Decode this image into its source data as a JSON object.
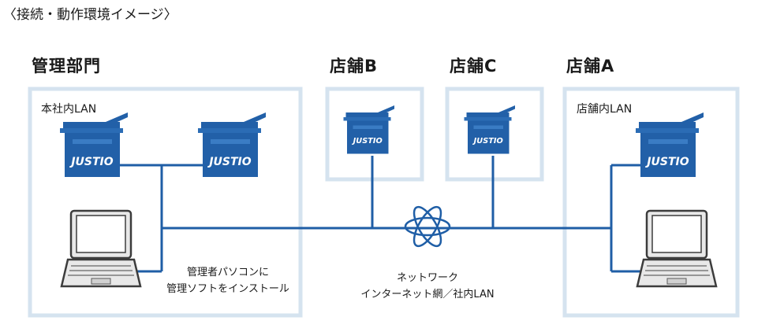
{
  "caption": "〈接続・動作環境イメージ〉",
  "sections": {
    "management": {
      "title": "管理部門",
      "lan_label": "本社内LAN"
    },
    "store_b": {
      "title": "店舗B"
    },
    "store_c": {
      "title": "店舗C"
    },
    "store_a": {
      "title": "店舗A",
      "lan_label": "店舗内LAN"
    }
  },
  "printer_brand": "JUSTIO",
  "admin_note": {
    "line1": "管理者パソコンに",
    "line2": "管理ソフトをインストール"
  },
  "network": {
    "line1": "ネットワーク",
    "line2": "インターネット網／社内LAN"
  },
  "colors": {
    "device_blue": "#2260a8",
    "line_blue": "#1f5ea6",
    "box_border": "#d5e3ef"
  }
}
